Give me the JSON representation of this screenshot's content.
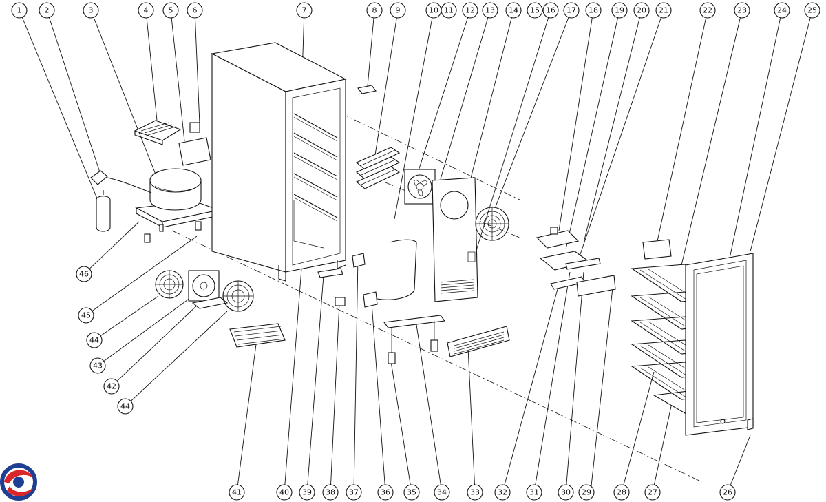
{
  "diagram": {
    "callouts": {
      "top": [
        "1",
        "2",
        "3",
        "4",
        "5",
        "6",
        "7",
        "8",
        "9",
        "10",
        "11",
        "12",
        "13",
        "14",
        "15",
        "16",
        "17",
        "18",
        "19",
        "20",
        "21",
        "22",
        "23",
        "24",
        "25"
      ],
      "bottom": [
        "41",
        "40",
        "39",
        "38",
        "37",
        "36",
        "35",
        "34",
        "33",
        "32",
        "31",
        "30",
        "29",
        "28",
        "27",
        "26"
      ],
      "left": [
        "46",
        "45",
        "44",
        "43",
        "42",
        "44"
      ]
    }
  },
  "logo": {
    "colors": {
      "red": "#d8262b",
      "blue": "#1f3f93"
    }
  }
}
